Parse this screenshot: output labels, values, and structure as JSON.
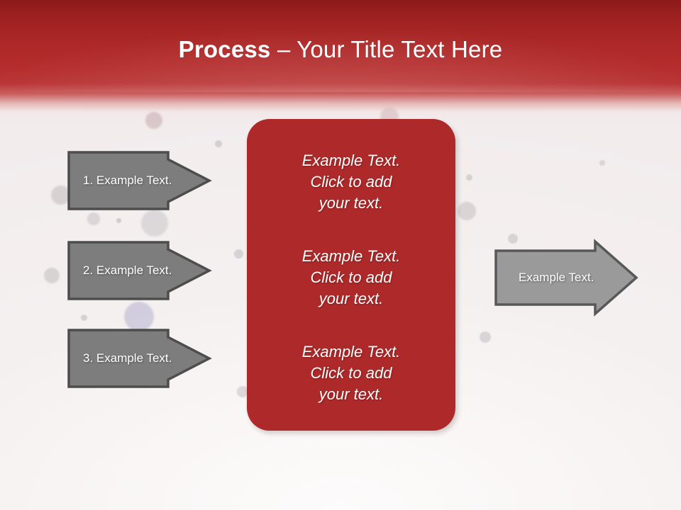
{
  "slide": {
    "title_strong": "Process",
    "title_rest": " – Your Title Text Here",
    "background_color": "#f7f3f3",
    "header_color_top": "#8d1919",
    "header_color_mid": "#b52d2d"
  },
  "left_arrows": [
    {
      "label": "1. Example Text.",
      "fill": "#7d7d7d",
      "stroke": "#4d4d4d"
    },
    {
      "label": "2. Example Text.",
      "fill": "#7d7d7d",
      "stroke": "#4d4d4d"
    },
    {
      "label": "3. Example Text.",
      "fill": "#7d7d7d",
      "stroke": "#4d4d4d"
    }
  ],
  "right_arrow": {
    "label": "Example Text.",
    "fill": "#9a9a9a",
    "stroke": "#58585a"
  },
  "panel": {
    "fill": "#ae2a2a",
    "blocks": [
      "Example Text.\nClick  to add\nyour text.",
      "Example Text.\nClick  to add\nyour text.",
      "Example Text.\nClick  to add\nyour text."
    ]
  }
}
